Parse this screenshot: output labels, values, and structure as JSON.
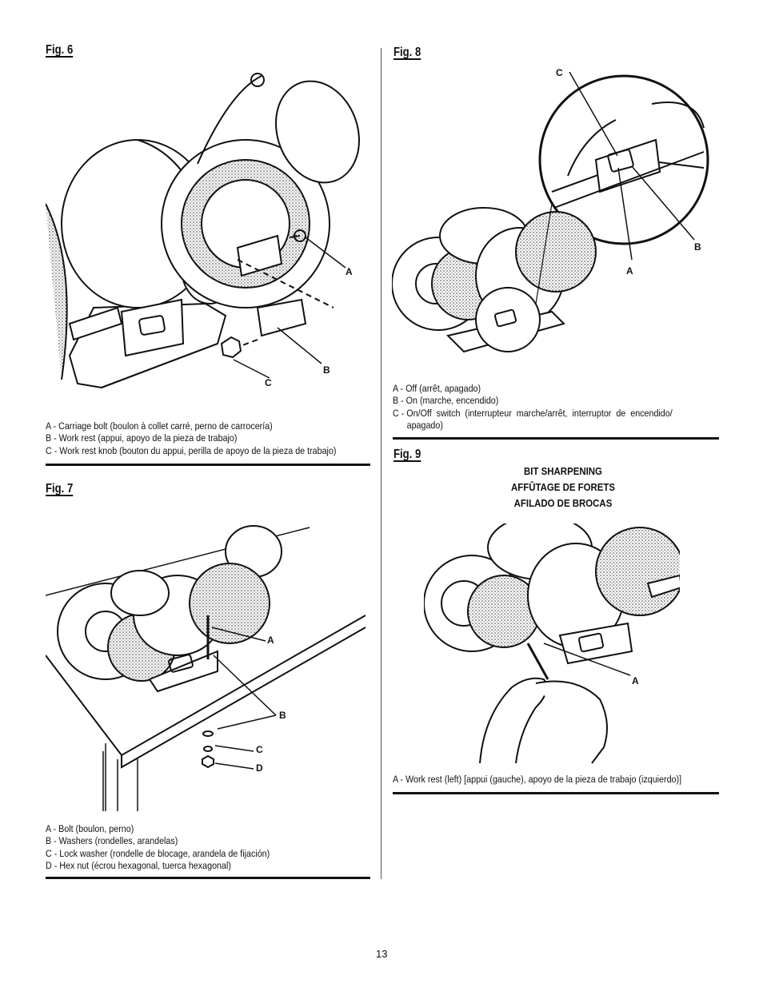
{
  "page_number": "13",
  "fig6": {
    "title": "Fig. 6",
    "callouts": {
      "a": "A",
      "b": "B",
      "c": "C"
    },
    "captions": [
      "A - Carriage bolt (boulon à collet carré, perno de carrocería)",
      "B - Work rest (appui, apoyo de la pieza de trabajo)",
      "C - Work rest knob (bouton du appui, perilla de apoyo de la pieza de trabajo)"
    ]
  },
  "fig7": {
    "title": "Fig. 7",
    "callouts": {
      "a": "A",
      "b": "B",
      "c": "C",
      "d": "D"
    },
    "captions": [
      "A - Bolt (boulon, perno)",
      "B - Washers (rondelles, arandelas)",
      "C - Lock washer (rondelle de blocage, arandela de fijación)",
      "D - Hex nut (écrou hexagonal, tuerca hexagonal)"
    ]
  },
  "fig8": {
    "title": "Fig. 8",
    "callouts": {
      "a": "A",
      "b": "B",
      "c": "C"
    },
    "captions": [
      "A - Off (arrêt, apagado)",
      "B - On (marche, encendido)",
      "C - On/Off  switch  (interrupteur  marche/arrêt,  interruptor  de  encendido/",
      "apagado)"
    ]
  },
  "fig9": {
    "title": "Fig. 9",
    "heading": [
      "BIT SHARPENING",
      "AFFÛTAGE DE FORETS",
      "AFILADO DE BROCAS"
    ],
    "callouts": {
      "a": "A"
    },
    "captions": [
      "A - Work rest (left) [appui (gauche), apoyo de la pieza de trabajo (izquierdo)]"
    ]
  }
}
